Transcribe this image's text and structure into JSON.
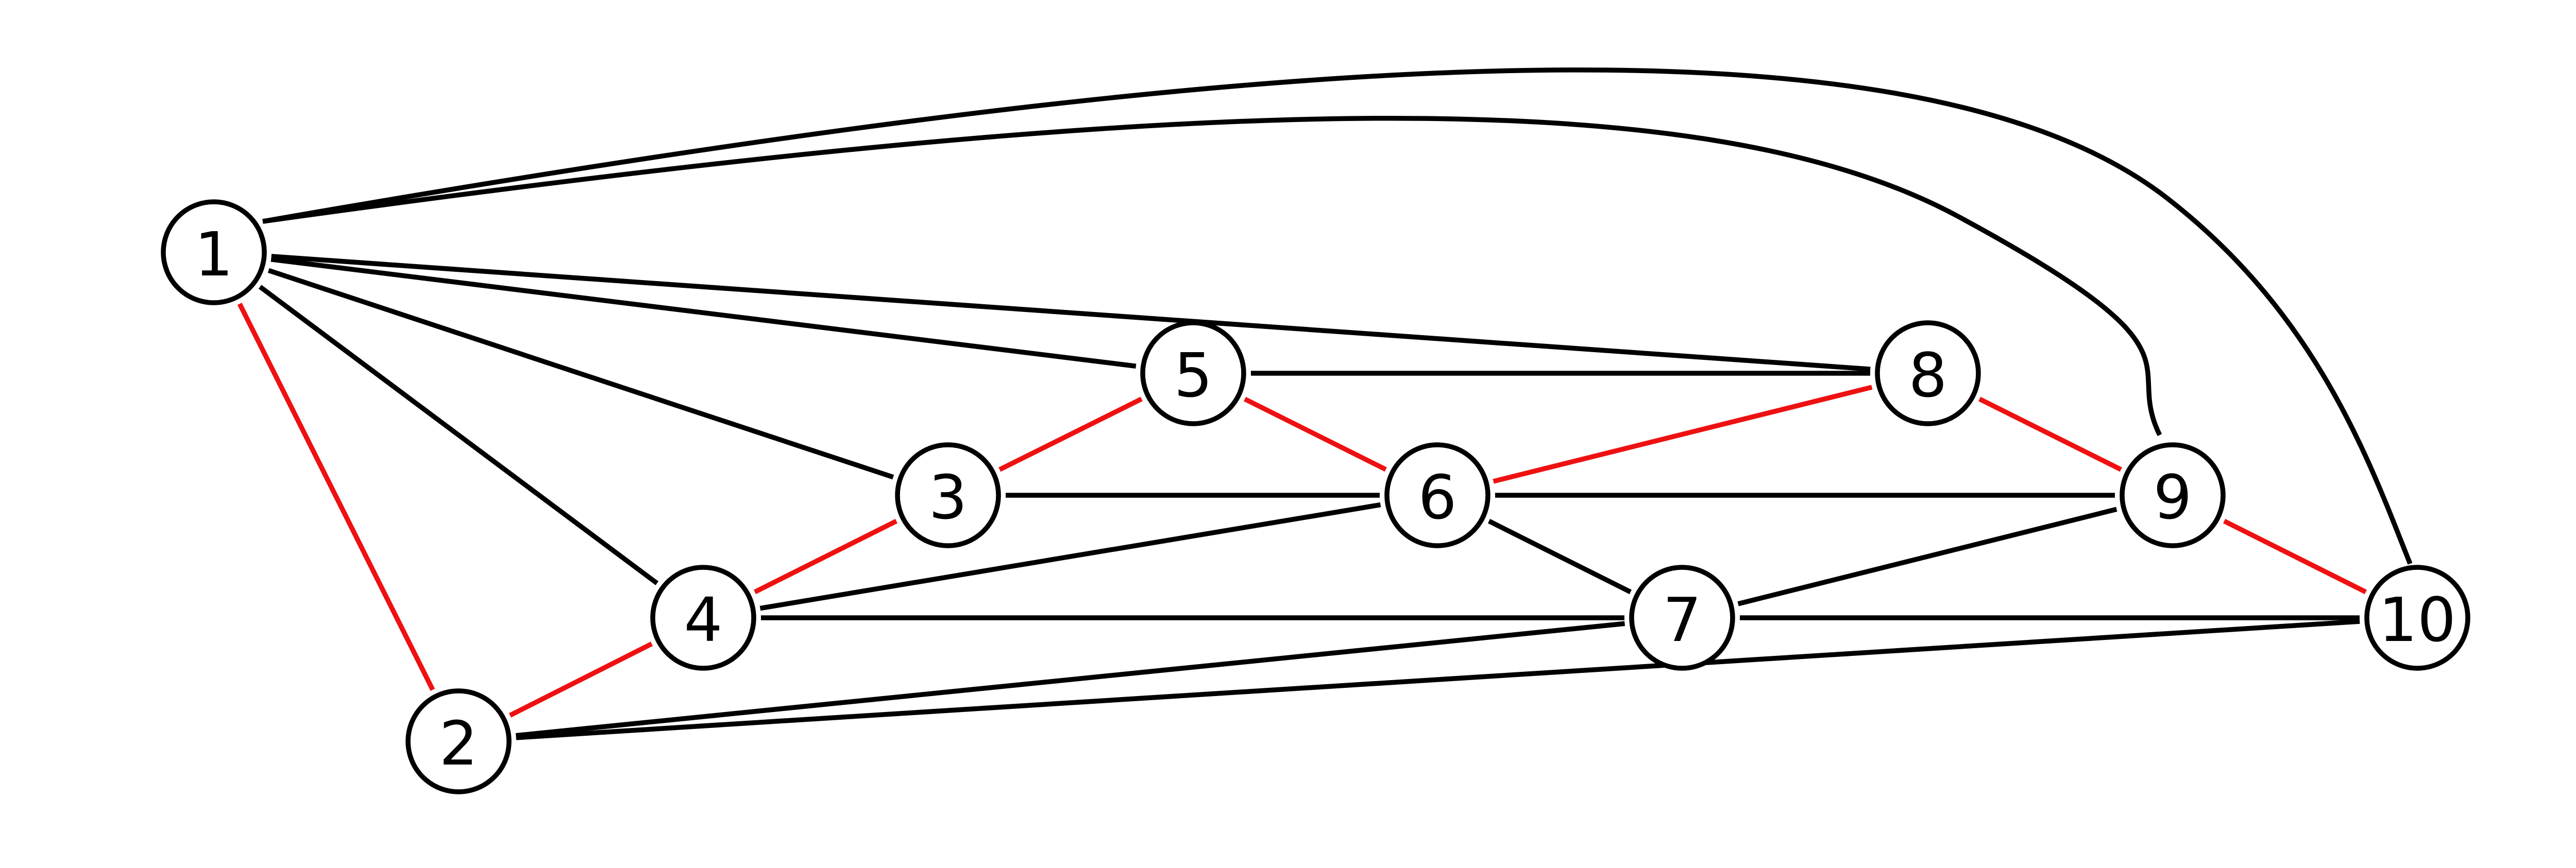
{
  "colors": {
    "background": "#ffffff",
    "edge_default": "#000000",
    "edge_highlight": "#ee1111",
    "node_stroke": "#000000",
    "node_fill": "#ffffff"
  },
  "nodes": [
    {
      "id": "1",
      "label": "1"
    },
    {
      "id": "2",
      "label": "2"
    },
    {
      "id": "3",
      "label": "3"
    },
    {
      "id": "4",
      "label": "4"
    },
    {
      "id": "5",
      "label": "5"
    },
    {
      "id": "6",
      "label": "6"
    },
    {
      "id": "7",
      "label": "7"
    },
    {
      "id": "8",
      "label": "8"
    },
    {
      "id": "9",
      "label": "9"
    },
    {
      "id": "10",
      "label": "10"
    }
  ],
  "edges": [
    {
      "from": "1",
      "to": "2",
      "highlighted": true
    },
    {
      "from": "1",
      "to": "3",
      "highlighted": false
    },
    {
      "from": "1",
      "to": "4",
      "highlighted": false
    },
    {
      "from": "1",
      "to": "5",
      "highlighted": false
    },
    {
      "from": "1",
      "to": "8",
      "highlighted": false
    },
    {
      "from": "1",
      "to": "9",
      "highlighted": false
    },
    {
      "from": "1",
      "to": "10",
      "highlighted": false
    },
    {
      "from": "2",
      "to": "4",
      "highlighted": true
    },
    {
      "from": "2",
      "to": "7",
      "highlighted": false
    },
    {
      "from": "2",
      "to": "10",
      "highlighted": false
    },
    {
      "from": "3",
      "to": "4",
      "highlighted": true
    },
    {
      "from": "3",
      "to": "5",
      "highlighted": true
    },
    {
      "from": "3",
      "to": "6",
      "highlighted": false
    },
    {
      "from": "4",
      "to": "6",
      "highlighted": false
    },
    {
      "from": "4",
      "to": "7",
      "highlighted": false
    },
    {
      "from": "5",
      "to": "6",
      "highlighted": true
    },
    {
      "from": "5",
      "to": "8",
      "highlighted": false
    },
    {
      "from": "6",
      "to": "7",
      "highlighted": false
    },
    {
      "from": "6",
      "to": "8",
      "highlighted": true
    },
    {
      "from": "6",
      "to": "9",
      "highlighted": false
    },
    {
      "from": "7",
      "to": "9",
      "highlighted": false
    },
    {
      "from": "7",
      "to": "10",
      "highlighted": false
    },
    {
      "from": "8",
      "to": "9",
      "highlighted": true
    },
    {
      "from": "9",
      "to": "10",
      "highlighted": true
    }
  ]
}
